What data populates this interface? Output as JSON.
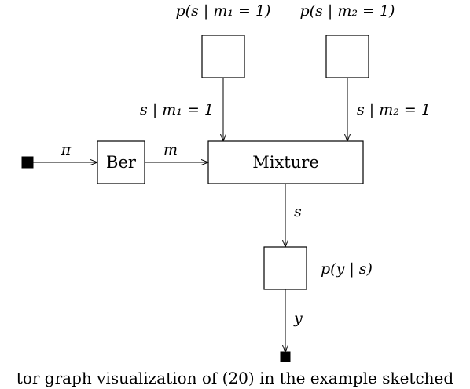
{
  "diagram": {
    "nodes": {
      "factor_m1": {
        "label": "p(s | m₁ = 1)"
      },
      "factor_m2": {
        "label": "p(s | m₂ = 1)"
      },
      "ber": {
        "label": "Ber"
      },
      "mixture": {
        "label": "Mixture"
      },
      "likelihood": {
        "label": "p(y | s)"
      }
    },
    "edges": {
      "pi": {
        "label": "π"
      },
      "m": {
        "label": "m"
      },
      "s_m1": {
        "label": "s | m₁ = 1"
      },
      "s_m2": {
        "label": "s | m₂ = 1"
      },
      "s": {
        "label": "s"
      },
      "y": {
        "label": "y"
      }
    }
  },
  "caption": {
    "text": "tor graph visualization of (20) in the example sketched"
  }
}
